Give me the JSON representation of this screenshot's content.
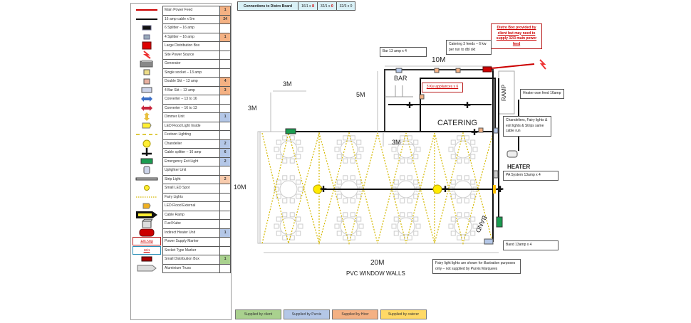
{
  "legend": {
    "items": [
      {
        "icon": "main-power-feed-line-icon",
        "label": "Main Power Feed",
        "count": "1",
        "count_color": "#f4b183"
      },
      {
        "icon": "cable-line-icon",
        "label": "16 amp cable x 5m",
        "count": "24",
        "count_color": "#f4b183"
      },
      {
        "icon": "six-splitter-icon",
        "label": "6  Splitter – 16 amp",
        "count": "",
        "count_color": ""
      },
      {
        "icon": "four-splitter-icon",
        "label": "4  Splitter – 16 amp",
        "count": "1",
        "count_color": "#f4b183"
      },
      {
        "icon": "large-distribution-box-icon",
        "label": "Large Distribution Box",
        "count": "",
        "count_color": ""
      },
      {
        "icon": "site-power-source-icon",
        "label": "Site Power Source",
        "count": "",
        "count_color": ""
      },
      {
        "icon": "generator-icon",
        "label": "Generator",
        "count": "",
        "count_color": ""
      },
      {
        "icon": "single-socket-icon",
        "label": "Single socket – 13 amp",
        "count": "",
        "count_color": ""
      },
      {
        "icon": "double-socket-icon",
        "label": "Double Skt – 13 amp",
        "count": "4",
        "count_color": "#f4b183"
      },
      {
        "icon": "four-bar-socket-icon",
        "label": "4 Bar Skt – 13 amp",
        "count": "3",
        "count_color": "#f4b183"
      },
      {
        "icon": "converter-13-16-icon",
        "label": "Converter – 13 to 16",
        "count": "",
        "count_color": ""
      },
      {
        "icon": "converter-16-13-icon",
        "label": "Converter – 16 to 13",
        "count": "",
        "count_color": ""
      },
      {
        "icon": "dimmer-unit-icon",
        "label": "Dimmer Unit",
        "count": "1",
        "count_color": "#b4c7e7"
      },
      {
        "icon": "led-flood-inside-icon",
        "label": "LED Flood Light Inside",
        "count": "",
        "count_color": ""
      },
      {
        "icon": "festoon-lighting-icon",
        "label": "Festoon Lighting",
        "count": "",
        "count_color": ""
      },
      {
        "icon": "chandelier-icon",
        "label": "Chandelier",
        "count": "2",
        "count_color": "#b4c7e7"
      },
      {
        "icon": "cable-splitter-icon",
        "label": "Cable splitter – 16 amp",
        "count": "6",
        "count_color": "#b4c7e7"
      },
      {
        "icon": "emergency-exit-light-icon",
        "label": "Emergency Exit Light",
        "count": "2",
        "count_color": "#b4c7e7"
      },
      {
        "icon": "uplighter-unit-icon",
        "label": "Uplighter Unit",
        "count": "",
        "count_color": ""
      },
      {
        "icon": "strip-light-icon",
        "label": "Strip Light",
        "count": "2",
        "count_color": "#f8cbad"
      },
      {
        "icon": "small-led-spot-icon",
        "label": "Small LED Spot",
        "count": "",
        "count_color": ""
      },
      {
        "icon": "fairy-lights-icon",
        "label": "Fairy Lights",
        "count": "",
        "count_color": ""
      },
      {
        "icon": "led-flood-external-icon",
        "label": "LED Flood External",
        "count": "",
        "count_color": ""
      },
      {
        "icon": "cable-ramp-icon",
        "label": "Cable Ramp",
        "count": "",
        "count_color": ""
      },
      {
        "icon": "fuel-kube-icon",
        "label": "Fuel Kube",
        "count": "",
        "count_color": ""
      },
      {
        "icon": "indirect-heater-icon",
        "label": "Indirect Heater Unit",
        "count": "1",
        "count_color": "#b4c7e7"
      },
      {
        "icon": "power-supply-marker-icon",
        "label": "Power Supply Marker",
        "count": "",
        "count_color": ""
      },
      {
        "icon": "socket-type-marker-icon",
        "label": "Socket Type Marker",
        "count": "",
        "count_color": ""
      },
      {
        "icon": "small-distribution-box-icon",
        "label": "Small Distribution Box",
        "count": "1",
        "count_color": "#a9d18e"
      },
      {
        "icon": "aluminium-truss-icon",
        "label": "Aluminium Truss",
        "count": "",
        "count_color": ""
      }
    ],
    "marker_power": "125 Amp",
    "marker_socket": "16/1"
  },
  "connections": {
    "label": "Connections to Distro Board",
    "items": [
      {
        "type": "16/1 x ",
        "value": "8"
      },
      {
        "type": "32/1 x ",
        "value": "0"
      },
      {
        "type": "32/3 x ",
        "value": "0"
      }
    ]
  },
  "notes": {
    "distro": "Distro Box provided by client but may need to supply 32/3 main power feed",
    "catering_feeds": "Catering 3 feeds – 6 kw per run to dbl skt",
    "bar": "Bar 13 amp x 4",
    "appliances": "3 Kw appliances x 6",
    "heater_feed": "Heater own feed 16amp",
    "chandeliers": "Chandeliers, Fairy lights & exit lights  & Strips same cable run",
    "pa": "PA System 13amp x 4",
    "band": "Band 13amp x 4",
    "fairy": "Fairy light lights are shown for illustration purposes only – not supplied by Purvis Marquees"
  },
  "plan_labels": {
    "top_10m": "10M",
    "bar": "BAR",
    "ramp": "RAMP",
    "catering": "CATERING",
    "heater": "HEATER",
    "band": "BAND",
    "dim_3m_a": "3M",
    "dim_3m_b": "3M",
    "dim_3m_c": "3M",
    "dim_5m": "5M",
    "dim_10m": "10M",
    "dim_20m": "20M",
    "walls": "PVC WINDOW WALLS"
  },
  "supply_key": [
    {
      "label": "Supplied by client",
      "color": "#a9d18e"
    },
    {
      "label": "Supplied by Purvis",
      "color": "#b4c7e7"
    },
    {
      "label": "Supplied by Hirer",
      "color": "#f4b183"
    },
    {
      "label": "Supplied by caterer",
      "color": "#ffd966"
    }
  ]
}
